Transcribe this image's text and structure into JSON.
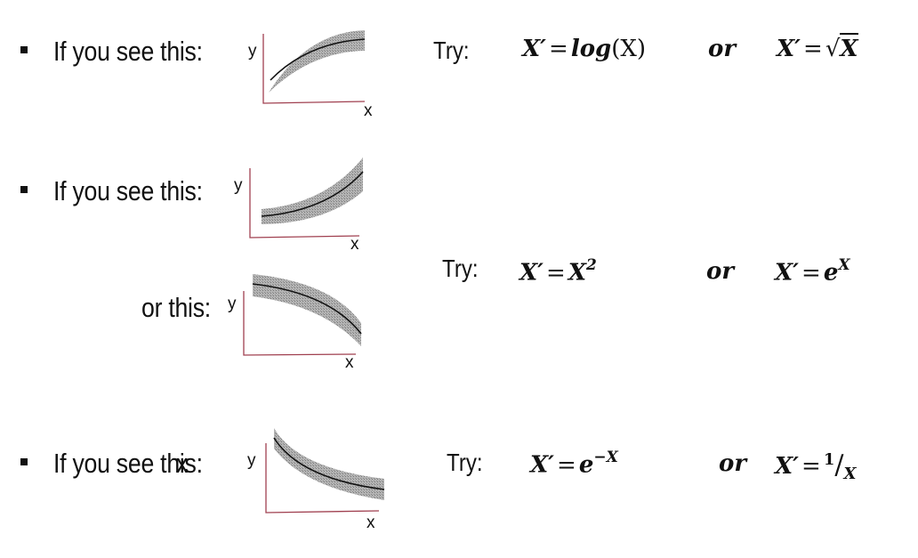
{
  "rows": [
    {
      "lead": "If you see this:",
      "try_label": "Try:",
      "axis_y": "y",
      "axis_x": "x",
      "formula_a": {
        "lhs": "X′",
        "eq": "=",
        "fn": "log",
        "arg": "(X)"
      },
      "connector": "or",
      "formula_b": {
        "lhs": "X′",
        "eq": "=",
        "radical": "√",
        "radicand": "X"
      }
    },
    {
      "lead": "If you see this:",
      "alt_lead": "or this:",
      "try_label": "Try:",
      "axis_y": "y",
      "axis_x": "x",
      "formula_a": {
        "lhs": "X′",
        "eq": "=",
        "base": "X",
        "exp": "2"
      },
      "connector": "or",
      "formula_b": {
        "lhs": "X′",
        "eq": "=",
        "base": "e",
        "exp": "X"
      }
    },
    {
      "lead": "If you see this:",
      "overlap_glyph": "x",
      "try_label": "Try:",
      "axis_y": "y",
      "axis_x": "x",
      "formula_a": {
        "lhs": "X′",
        "eq": "=",
        "base": "e",
        "exp": "−X"
      },
      "connector": "or",
      "formula_b": {
        "lhs": "X′",
        "eq": "=",
        "num": "1",
        "slash": "/",
        "den": "X"
      }
    }
  ],
  "colors": {
    "axis": "#a04050",
    "band": "#9a9a9a",
    "curve": "#111111",
    "text": "#111111"
  },
  "icons": {
    "bullet": "square-bullet-icon"
  }
}
